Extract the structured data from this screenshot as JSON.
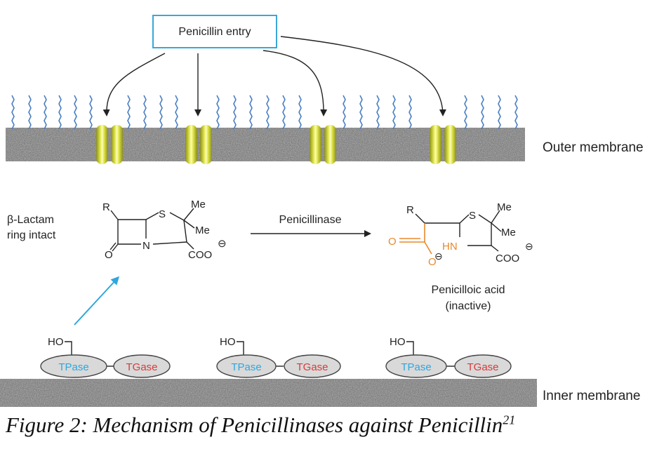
{
  "diagram": {
    "entry_label": "Penicillin entry",
    "outer_membrane_label": "Outer membrane",
    "inner_membrane_label": "Inner membrane",
    "beta_lactam_label_line1": "β-Lactam",
    "beta_lactam_label_line2": "ring intact",
    "enzyme_label": "Penicillinase",
    "product_label_line1": "Penicilloic acid",
    "product_label_line2": "(inactive)",
    "pbp_tpase": "TPase",
    "pbp_tgase": "TGase",
    "pbp_ho": "HO",
    "atom_R": "R",
    "atom_S": "S",
    "atom_Me": "Me",
    "atom_N": "N",
    "atom_O": "O",
    "atom_COO": "COO",
    "atom_HN": "HN",
    "charge_minus": "⊖",
    "colors": {
      "entry_box": "#3aa7d8",
      "porin": "#d8dc3a",
      "lps": "#4a7fc1",
      "tpase": "#2ea7df",
      "tgase": "#d93a3a",
      "hydrolyzed": "#e8892b",
      "attack_arrow": "#2ea7df",
      "membrane": "#8a8a8a"
    }
  },
  "caption": {
    "text": "Figure 2: Mechanism of Penicillinases against Penicillin",
    "ref": "21"
  }
}
